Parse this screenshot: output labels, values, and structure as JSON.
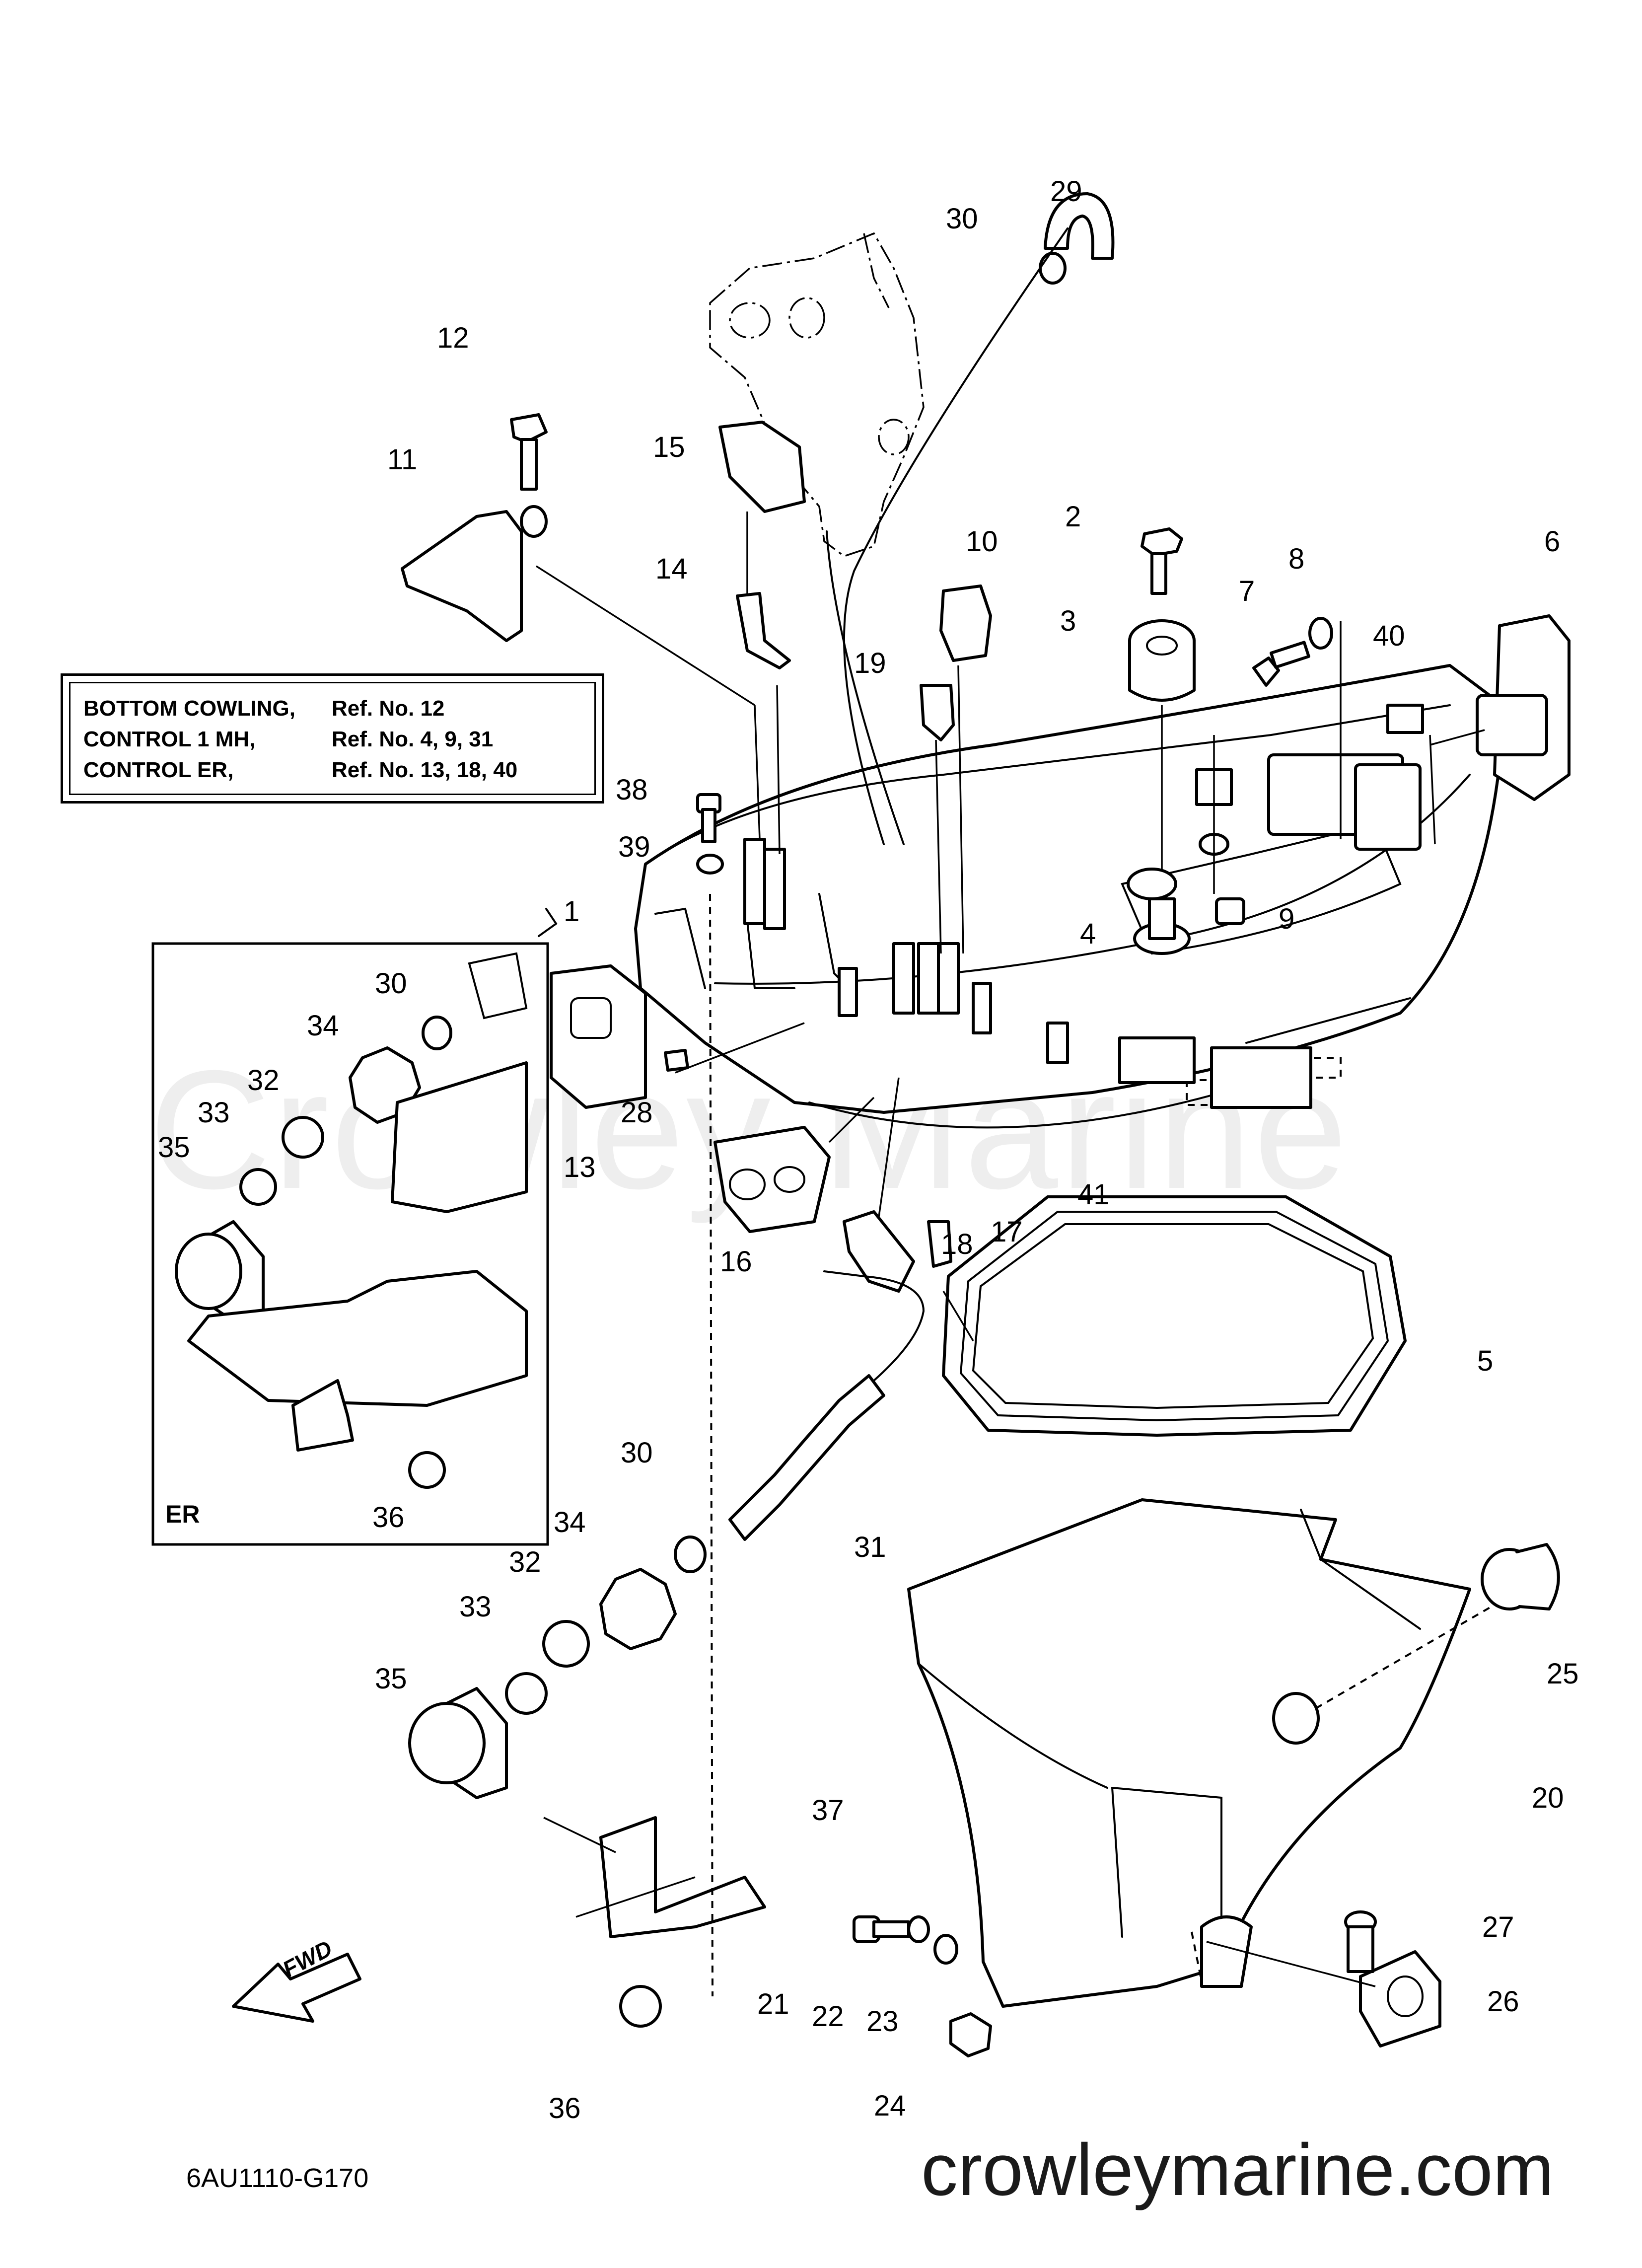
{
  "legend": {
    "rows": [
      {
        "label": "BOTTOM COWLING,",
        "refs": "Ref. No. 12"
      },
      {
        "label": "CONTROL 1 MH,",
        "refs": "Ref. No. 4, 9, 31"
      },
      {
        "label": "CONTROL ER,",
        "refs": "Ref. No. 13, 18, 40"
      }
    ]
  },
  "inset_label": "ER",
  "fwd_label": "FWD",
  "diagram_code": "6AU1110-G170",
  "watermark": "Crowley Marine",
  "site": "crowleymarine.com",
  "callouts": [
    "1",
    "2",
    "3",
    "4",
    "5",
    "6",
    "7",
    "8",
    "9",
    "10",
    "11",
    "12",
    "13",
    "14",
    "15",
    "16",
    "17",
    "18",
    "19",
    "20",
    "21",
    "22",
    "23",
    "24",
    "25",
    "26",
    "27",
    "28",
    "29",
    "30",
    "30",
    "30",
    "31",
    "32",
    "32",
    "33",
    "33",
    "34",
    "34",
    "35",
    "35",
    "36",
    "36",
    "37",
    "38",
    "39",
    "40",
    "41"
  ]
}
